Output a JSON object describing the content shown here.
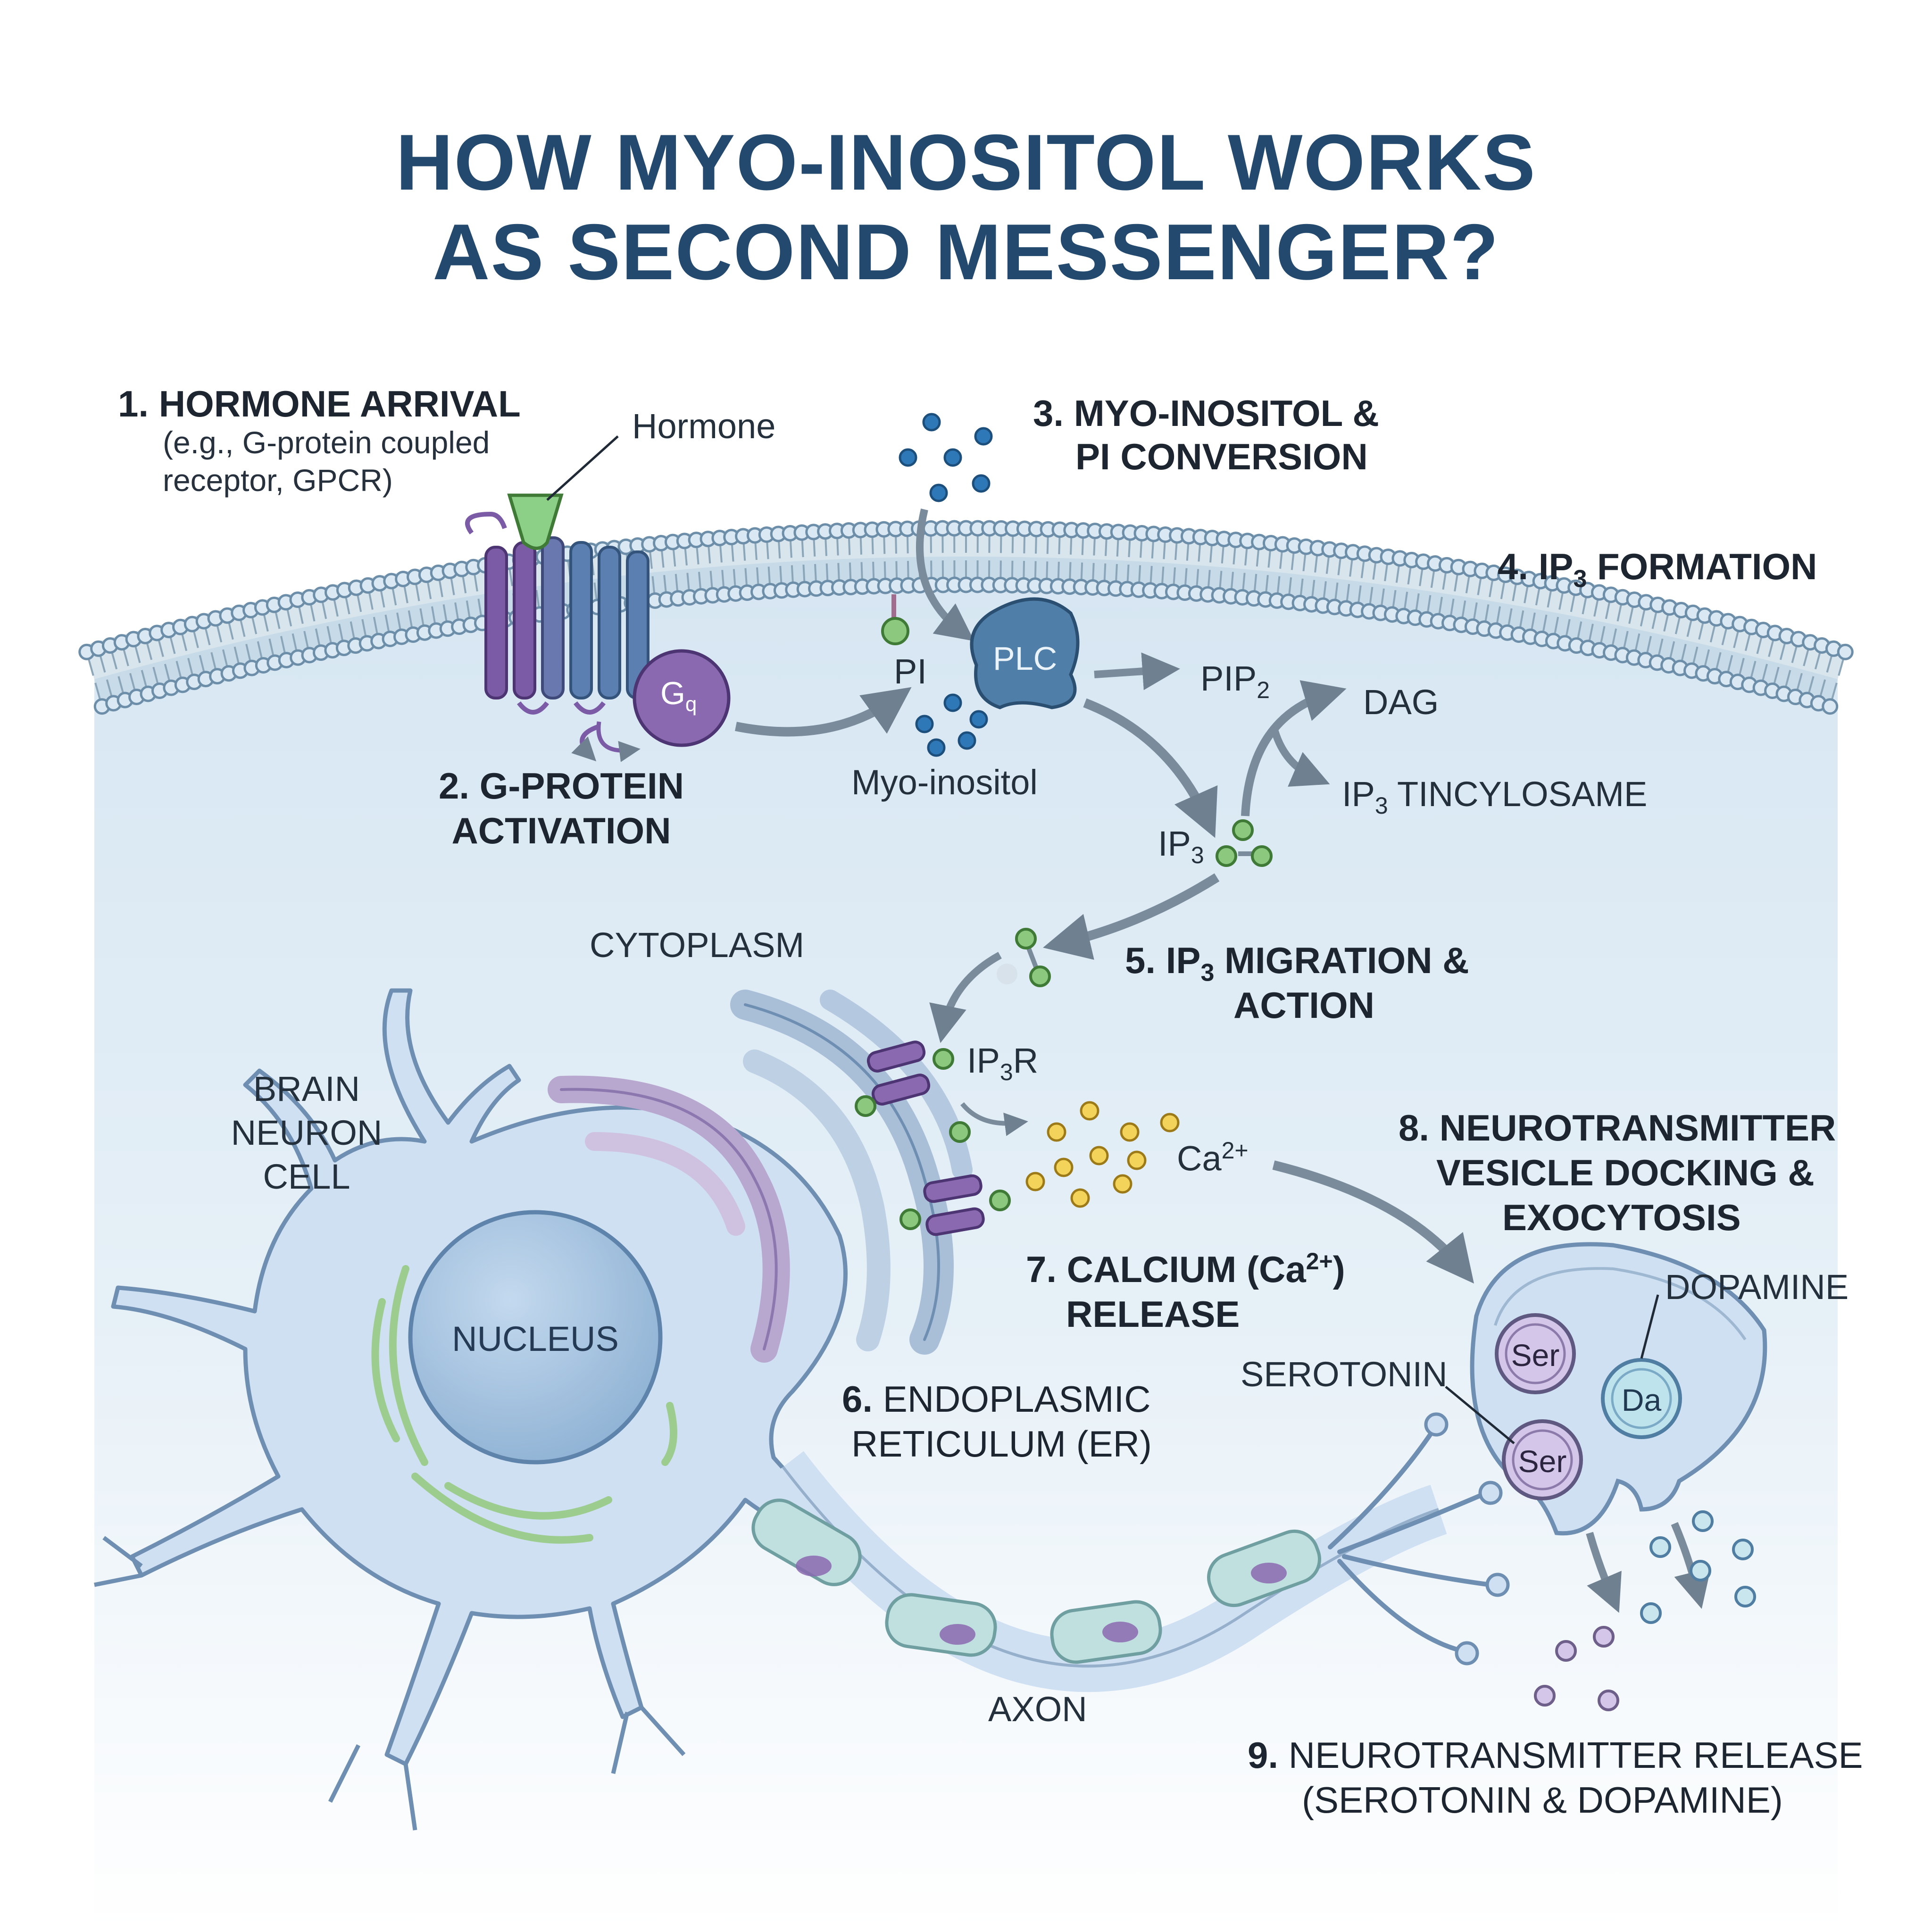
{
  "title": {
    "line1": "HOW MYO-INOSITOL WORKS",
    "line2": "AS SECOND MESSENGER?"
  },
  "steps": {
    "s1": {
      "num": "1.",
      "title": "HORMONE ARRIVAL",
      "sub1": "(e.g., G-protein coupled",
      "sub2": "receptor, GPCR)"
    },
    "s2": {
      "num": "2.",
      "title1": "G-PROTEIN",
      "title2": "ACTIVATION"
    },
    "s3": {
      "num": "3.",
      "title1": "MYO-INOSITOL &",
      "title2": "PI CONVERSION"
    },
    "s4": {
      "num": "4.",
      "title_pre": "IP",
      "title_sub": "3",
      "title_post": " FORMATION"
    },
    "s5": {
      "num": "5.",
      "title_pre": "IP",
      "title_sub": "3",
      "title_post": " MIGRATION &",
      "title2": "ACTION"
    },
    "s6": {
      "num": "6.",
      "title1": " ENDOPLASMIC",
      "title2": "RETICULUM (ER)"
    },
    "s7": {
      "num": "7.",
      "title_pre": " CALCIUM (Ca",
      "title_sup": "2+",
      "title_post": ")",
      "title2": "RELEASE"
    },
    "s8": {
      "num": "8.",
      "title1": " NEUROTRANSMITTER",
      "title2": "VESICLE DOCKING &",
      "title3": "EXOCYTOSIS"
    },
    "s9": {
      "num": "9.",
      "title1": " NEUROTRANSMITTER RELEASE",
      "title2": "(SEROTONIN & DOPAMINE)"
    }
  },
  "labels": {
    "hormone": "Hormone",
    "gq_main": "G",
    "gq_sub": "q",
    "pi": "PI",
    "plc": "PLC",
    "pip2_main": "PIP",
    "pip2_sub": "2",
    "dag": "DAG",
    "ip3_main": "IP",
    "ip3_sub": "3",
    "tincylosame": " TINCYLOSAME",
    "myo_inositol": "Myo-inositol",
    "cytoplasm": "CYTOPLASM",
    "brain1": "BRAIN",
    "brain2": "NEURON",
    "brain3": "CELL",
    "nucleus": "NUCLEUS",
    "ip3r_pre": "IP",
    "ip3r_sub": "3",
    "ip3r_post": "R",
    "ca_main": "Ca",
    "ca_sup": "2+",
    "axon": "AXON",
    "dopamine": "DOPAMINE",
    "serotonin": "SEROTONIN",
    "ser": "Ser",
    "da": "Da"
  },
  "colors": {
    "title": "#234a6e",
    "membrane_head": "#d9e8f2",
    "receptor_purple": "#7b5aa6",
    "receptor_blue": "#5a7fb0",
    "hormone_green": "#8ccf86",
    "gq": "#8a69b0",
    "plc": "#4f7fa8",
    "myo_inositol": "#2f78b8",
    "ip3": "#8cc97e",
    "calcium": "#f4d35b",
    "neuron": "#cfe0f3",
    "nucleus": "#9fbfdc",
    "myelin": "#bfe0df"
  }
}
